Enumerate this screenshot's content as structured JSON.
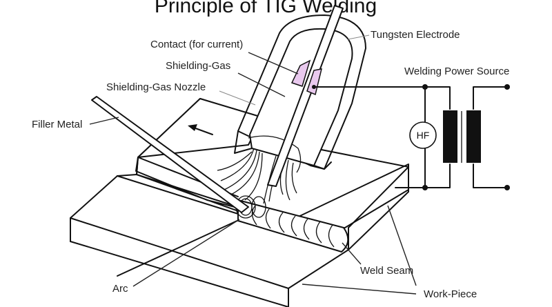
{
  "title": "Principle of TIG Welding",
  "labels": {
    "tungsten_electrode": "Tungsten Electrode",
    "contact": "Contact (for current)",
    "shielding_gas": "Shielding-Gas",
    "shielding_gas_nozzle": "Shielding-Gas Nozzle",
    "welding_power_source": "Welding Power Source",
    "filler_metal": "Filler Metal",
    "hf": "HF",
    "arc": "Arc",
    "weld_seam": "Weld Seam",
    "work_piece": "Work-Piece"
  },
  "colors": {
    "contact_fill": "#e9c9ee",
    "line": "#111111",
    "background": "#ffffff"
  }
}
